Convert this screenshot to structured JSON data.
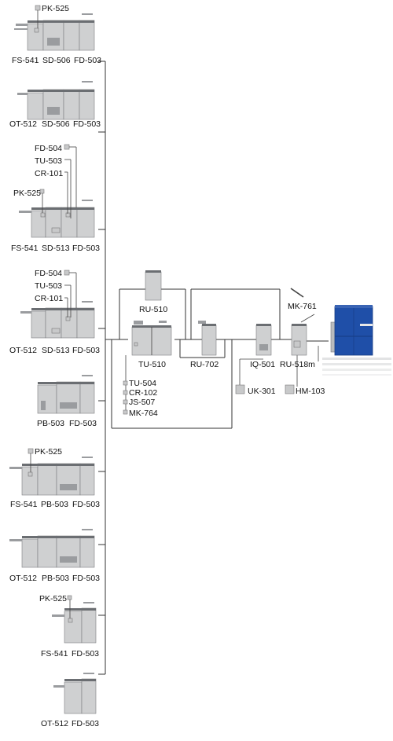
{
  "configs": [
    {
      "parts": [
        "FS-541",
        "SD-506",
        "FD-503"
      ],
      "callouts": [
        "PK-525"
      ]
    },
    {
      "parts": [
        "OT-512",
        "SD-506",
        "FD-503"
      ],
      "callouts": []
    },
    {
      "parts": [
        "FS-541",
        "SD-513",
        "FD-503"
      ],
      "callouts": [
        "FD-504",
        "TU-503",
        "CR-101",
        "PK-525"
      ]
    },
    {
      "parts": [
        "OT-512",
        "SD-513",
        "FD-503"
      ],
      "callouts": [
        "FD-504",
        "TU-503",
        "CR-101"
      ]
    },
    {
      "parts": [
        "PB-503",
        "FD-503"
      ],
      "callouts": []
    },
    {
      "parts": [
        "FS-541",
        "PB-503",
        "FD-503"
      ],
      "callouts": [
        "PK-525"
      ]
    },
    {
      "parts": [
        "OT-512",
        "PB-503",
        "FD-503"
      ],
      "callouts": []
    },
    {
      "parts": [
        "FS-541",
        "FD-503"
      ],
      "callouts": [
        "PK-525"
      ]
    },
    {
      "parts": [
        "OT-512",
        "FD-503"
      ],
      "callouts": []
    }
  ],
  "center": {
    "ru510": "RU-510",
    "tu510": "TU-510",
    "ru702": "RU-702",
    "iq501": "IQ-501",
    "ru518m": "RU-518m",
    "mk761": "MK-761",
    "tu510_options": [
      "TU-504",
      "CR-102",
      "JS-507",
      "MK-764"
    ],
    "iq_options": [
      "UK-301",
      "HM-103"
    ]
  },
  "colors": {
    "engine_blue": "#1f4fa8",
    "engine_blue_dark": "#163b82",
    "unit_gray": "#cfd0d1",
    "wire": "#333333"
  }
}
